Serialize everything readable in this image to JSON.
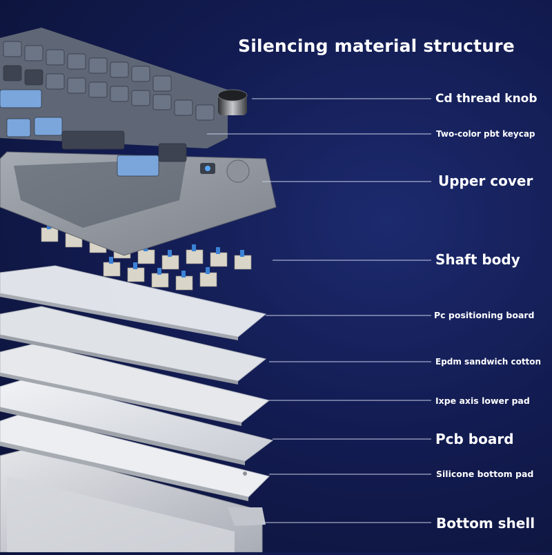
{
  "title": "Silencing material structure",
  "labels": {
    "knob": "Cd thread knob",
    "keycap": "Two-color pbt keycap",
    "upper_cover": "Upper cover",
    "shaft_body": "Shaft body",
    "pc_board": "Pc positioning board",
    "epdm": "Epdm sandwich cotton",
    "ixpe": "Ixpe axis lower pad",
    "pcb": "Pcb board",
    "silicone": "Silicone bottom pad",
    "bottom_shell": "Bottom shell"
  },
  "colors": {
    "background": "#131c52",
    "keycap_blue": "#7aa6dc",
    "keycap_gray": "#6b7586",
    "keycap_dark": "#3d4350",
    "switch_stem": "#3b82d6",
    "plate": "#e8eaee"
  }
}
